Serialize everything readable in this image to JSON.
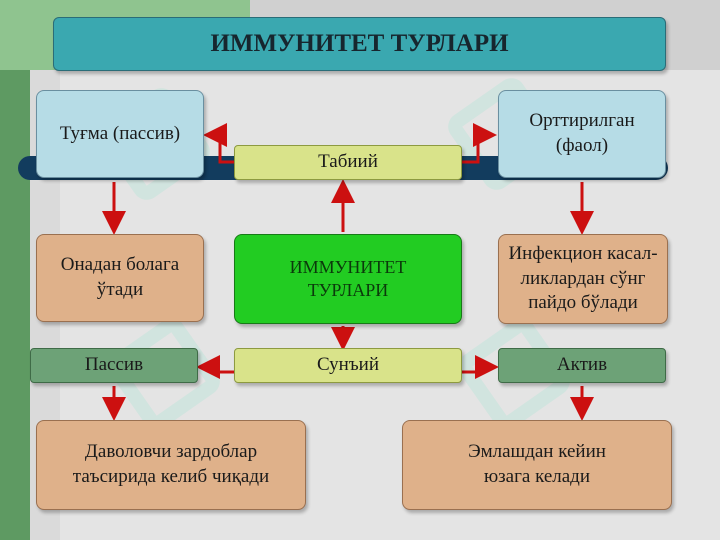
{
  "diagram": {
    "title": "ИММУНИТЕТ ТУРЛАРИ",
    "innate": "Туғма (пассив)",
    "acquired_line1": "Орттирилган",
    "acquired_line2": "(фаол)",
    "natural": "Табиий",
    "center_line1": "ИММУНИТЕТ",
    "center_line2": "ТУРЛАРИ",
    "from_mother_line1": "Онадан болага",
    "from_mother_line2": "ўтади",
    "after_infection_line1": "Инфекцион касал-",
    "after_infection_line2": "ликлардан сўнг",
    "after_infection_line3": "пайдо бўлади",
    "artificial": "Сунъий",
    "passive": "Пассив",
    "active": "Актив",
    "serum_line1": "Даволовчи зардоблар",
    "serum_line2": "таъсирида келиб чиқади",
    "vaccine_line1": "Эмлашдан кейин",
    "vaccine_line2": "юзага келади"
  },
  "colors": {
    "arrow": "#cc1010",
    "title_bg": "#3aa8b0",
    "center_bg": "#22cc22"
  }
}
